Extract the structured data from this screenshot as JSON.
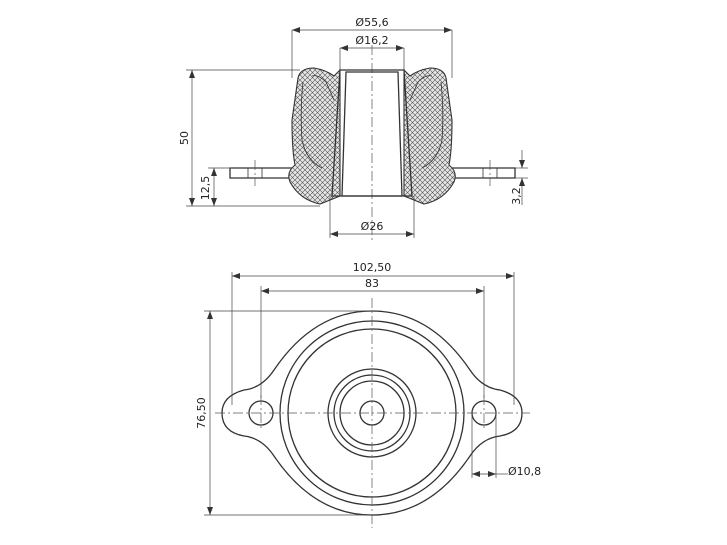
{
  "section_view": {
    "dia_outer": "Ø55,6",
    "dia_top": "Ø16,2",
    "dia_bottom": "Ø26",
    "height_total": "50",
    "height_flange": "12,5",
    "flange_thickness": "3,2"
  },
  "plan_view": {
    "overall_width": "102,50",
    "hole_spacing": "83",
    "overall_height": "76,50",
    "hole_dia": "Ø10,8"
  }
}
